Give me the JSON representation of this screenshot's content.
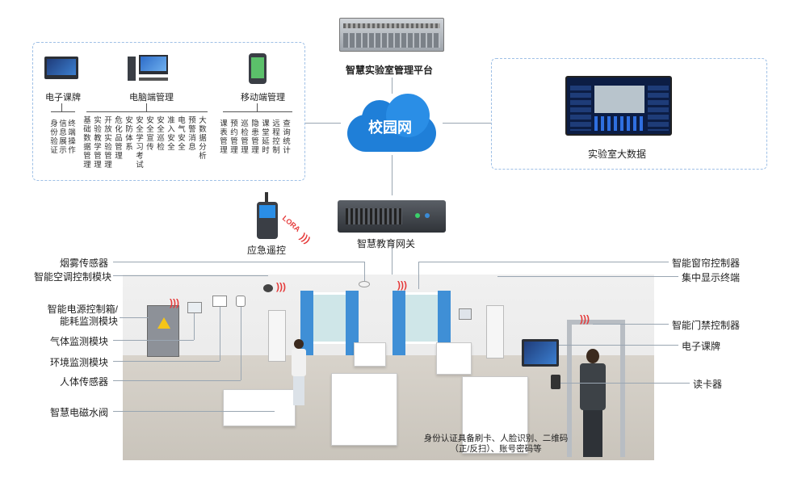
{
  "top": {
    "platform_label": "智慧实验室管理平台",
    "network_label": "校园网",
    "gateway_label": "智慧教育网关",
    "bigdata_label": "实验室大数据",
    "remote_label": "应急遥控",
    "lora_label": "LORA"
  },
  "left_panel": {
    "groups": [
      {
        "title": "电子课牌",
        "items": [
          "身份验证",
          "信息展示",
          "终端操作"
        ]
      },
      {
        "title": "电脑端管理",
        "items": [
          "基础数据管理",
          "实验教学管理",
          "开放实验管理",
          "危化品管理",
          "安防体系",
          "安全学习考试",
          "安全宣传",
          "安全巡检",
          "准入安全",
          "电气安全",
          "预警消息",
          "大数据分析"
        ]
      },
      {
        "title": "移动端管理",
        "items": [
          "课表管理",
          "预约管理",
          "巡检管理",
          "隐患管理",
          "课堂延时",
          "远程控制",
          "查询统计"
        ]
      }
    ]
  },
  "left_labels": [
    "烟雾传感器",
    "智能空调控制模块",
    "智能电源控制箱/能耗监测模块",
    "气体监测模块",
    "环境监测模块",
    "人体传感器",
    "智慧电磁水阀"
  ],
  "right_labels": [
    "智能窗帘控制器",
    "集中显示终端",
    "智能门禁控制器",
    "电子课牌",
    "读卡器"
  ],
  "bottom_note": "身份认证具备刷卡、人脸识别、二维码（正/反扫）、账号密码等",
  "colors": {
    "accent": "#3a8bd6",
    "cloud": "#1f7fd8",
    "wifi": "#e53b3b"
  }
}
